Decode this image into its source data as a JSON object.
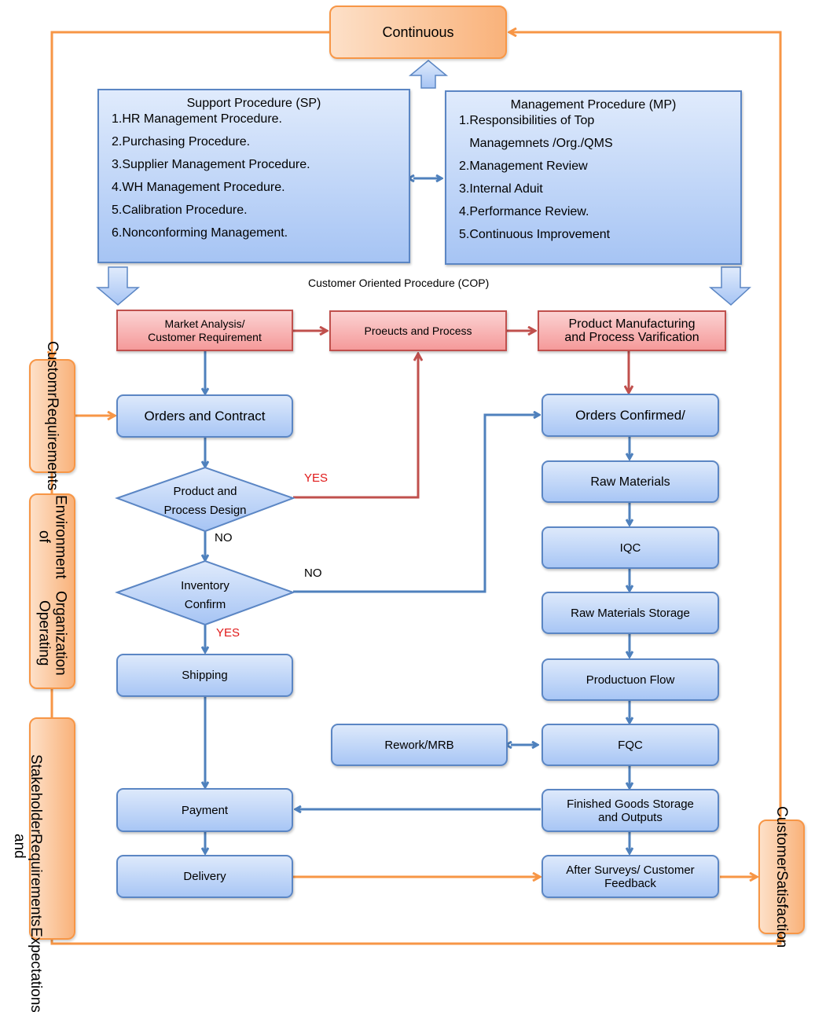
{
  "colors": {
    "blue_flow": "#4f81bd",
    "red_flow": "#c0504d",
    "orange_flow": "#f79646",
    "yes_label": "#e01818"
  },
  "top": {
    "continuous": "Continuous"
  },
  "support_procedure": {
    "title": "Support Procedure (SP)",
    "items": [
      "1.HR Management Procedure.",
      "2.Purchasing Procedure.",
      "3.Supplier Management Procedure.",
      "4.WH Management Procedure.",
      "5.Calibration Procedure.",
      "6.Nonconforming Management."
    ]
  },
  "management_procedure": {
    "title": "Management Procedure (MP)",
    "items": [
      "1.Responsibilities of  Top",
      "   Managemnets /Org./QMS",
      "2.Management Review",
      "3.Internal Aduit",
      "4.Performance Review.",
      "5.Continuous Improvement"
    ]
  },
  "cop_label": "Customer Oriented Procedure (COP)",
  "cop_row": {
    "market_analysis": [
      "Market Analysis/",
      "Customer Requirement"
    ],
    "products_process": "Proeucts and Process",
    "manufacturing": [
      "Product Manufacturing",
      "and Process Varification"
    ]
  },
  "left_flow": {
    "orders_contract": "Orders and Contract",
    "design_decision": [
      "Product and",
      "Process Design"
    ],
    "inventory_decision": [
      "Inventory",
      "Confirm"
    ],
    "shipping": "Shipping",
    "payment": "Payment",
    "delivery": "Delivery"
  },
  "right_flow": {
    "orders_confirmed": "Orders Confirmed/",
    "raw_materials": "Raw Materials",
    "iqc": "IQC",
    "raw_storage": "Raw Materials Storage",
    "production_flow": "Productuon Flow",
    "fqc": "FQC",
    "rework": "Rework/MRB",
    "finished_goods": [
      "Finished Goods Storage",
      "and Outputs"
    ],
    "after_surveys": [
      "After Surveys/ Customer",
      "Feedback"
    ]
  },
  "decision_labels": {
    "design_yes": "YES",
    "design_no": "NO",
    "inventory_no": "NO",
    "inventory_yes": "YES"
  },
  "side_boxes": {
    "customer_requirements": [
      "Customr",
      "Requirements"
    ],
    "environment": [
      "Environment of",
      "Organization Operating"
    ],
    "stakeholder": [
      "Stakeholder",
      "Requirements and",
      "Expectations"
    ],
    "customer_satisfaction": [
      "Customer",
      "Satisfaction"
    ]
  }
}
